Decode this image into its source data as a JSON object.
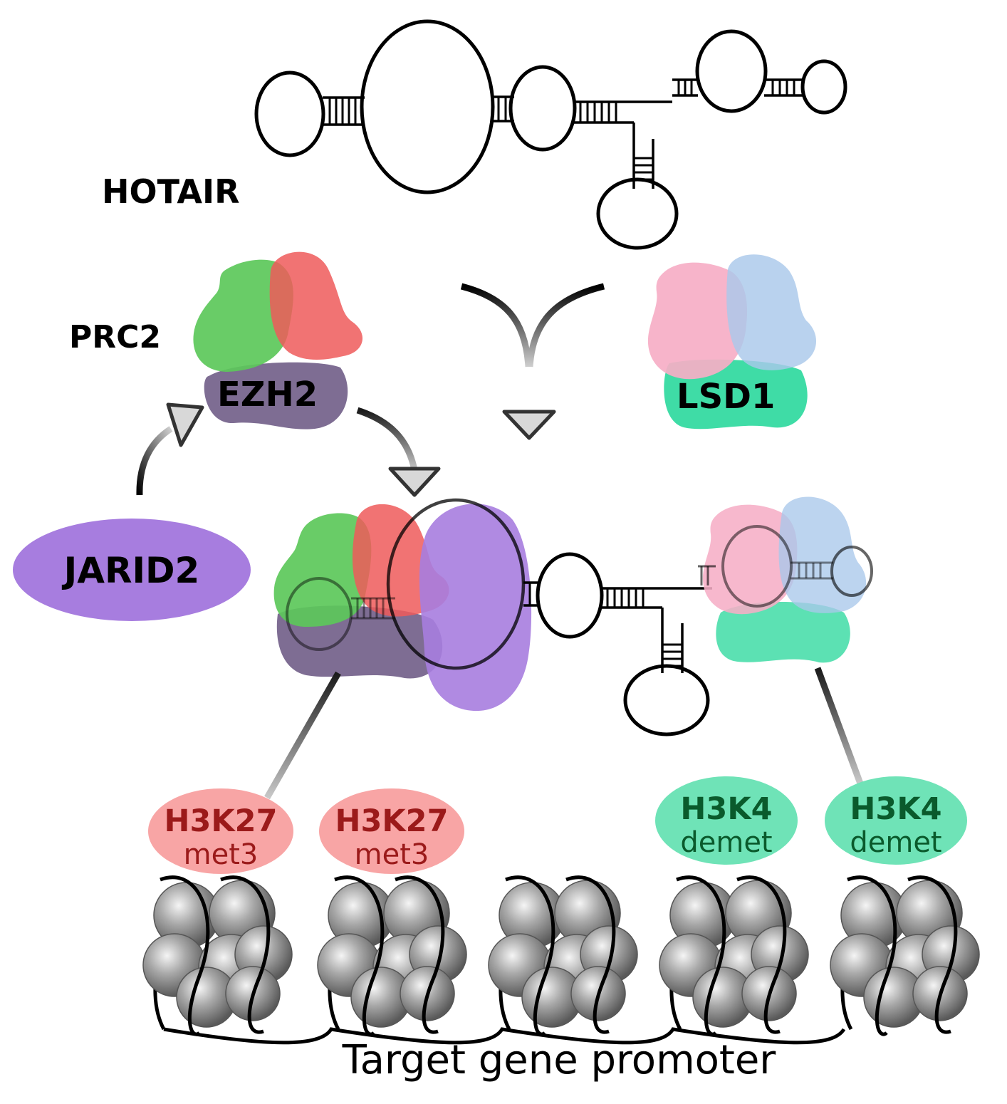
{
  "labels": {
    "hotair": "HOTAIR",
    "prc2": "PRC2",
    "ezh2": "EZH2",
    "lsd1": "LSD1",
    "jarid2": "JARID2",
    "promoter": "Target gene promoter"
  },
  "marks": [
    {
      "top": "H3K27",
      "bottom": "met3"
    },
    {
      "top": "H3K27",
      "bottom": "met3"
    },
    {
      "top": "H3K4",
      "bottom": "demet"
    },
    {
      "top": "H3K4",
      "bottom": "demet"
    }
  ],
  "colors": {
    "prc2_green": "#5cc85a",
    "prc2_red": "#ef5a5a",
    "ezh2_gray": "#7e6d93",
    "lsd1_pink": "#f6aec6",
    "lsd1_blue": "#a9c8ea",
    "lsd1_green": "#3fdca6",
    "jarid2_purple": "#a77ddf",
    "h3k27_fill": "#f8a5a5",
    "h3k27_text": "#9b1a1a",
    "h3k4_fill": "#6fe3b7",
    "h3k4_text": "#0a5a2c",
    "nucleosome": "#9a9a9a"
  }
}
